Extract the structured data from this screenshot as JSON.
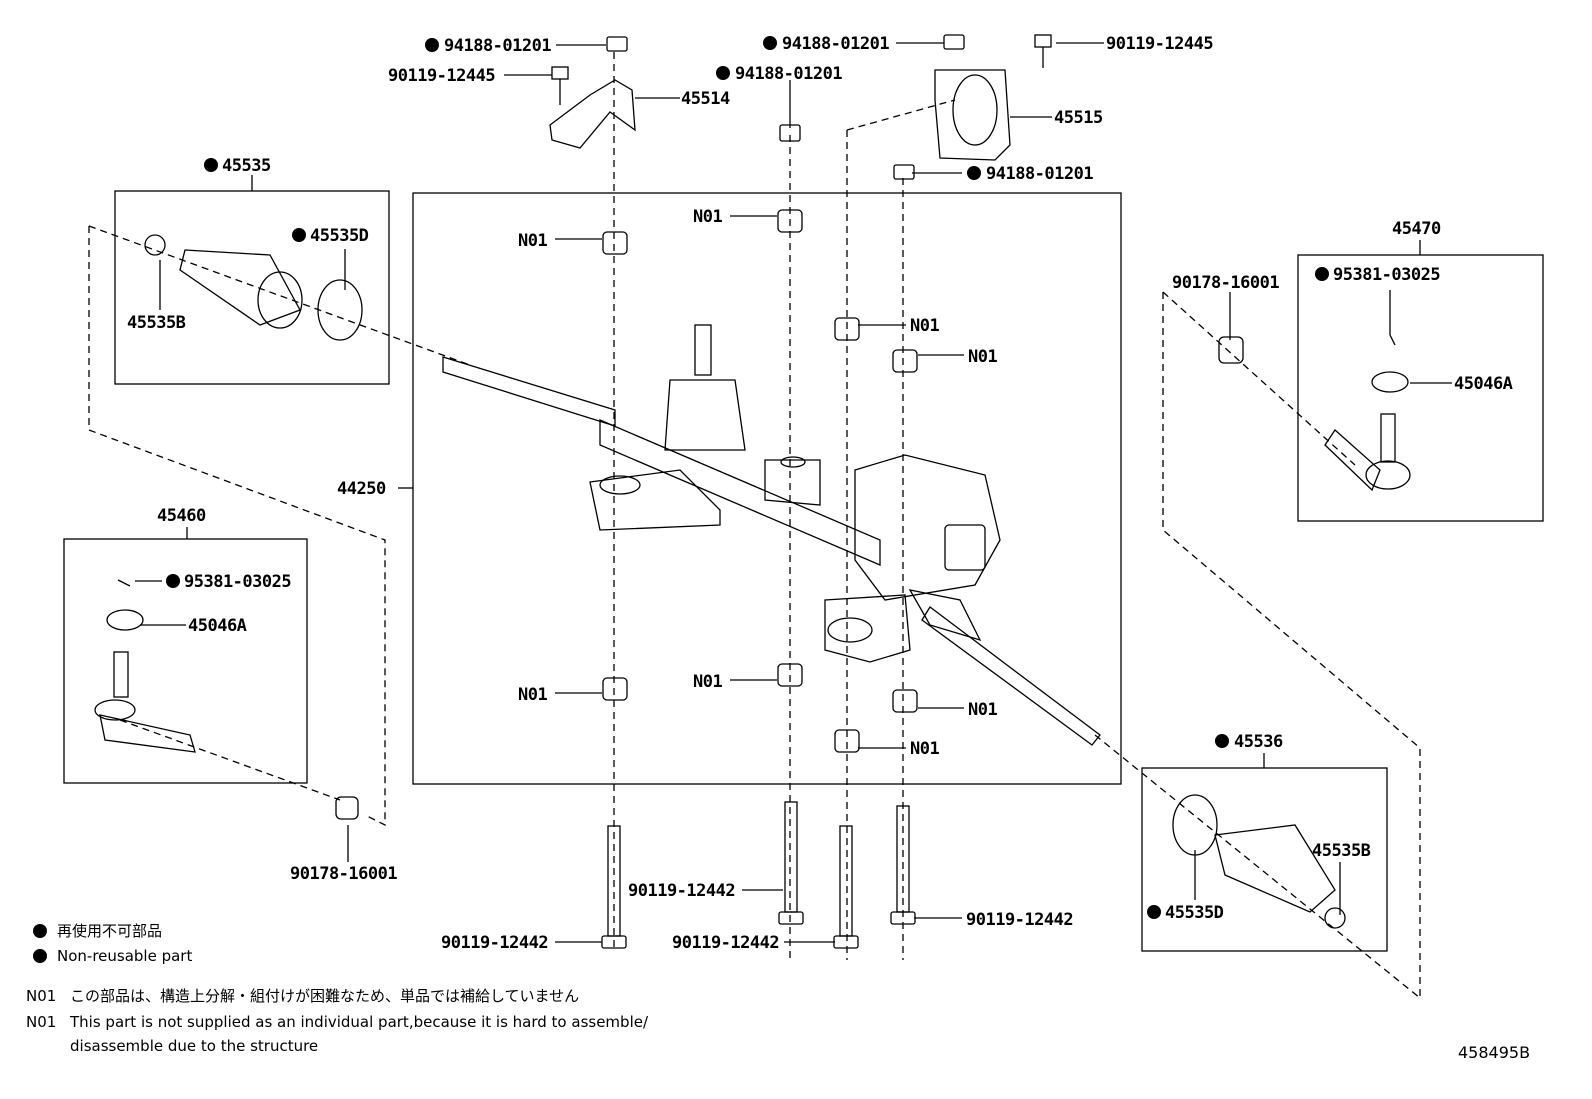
{
  "labels": {
    "p94188_a": "94188-01201",
    "p90119_a": "90119-12445",
    "p45514": "45514",
    "p94188_b": "94188-01201",
    "p94188_c": "94188-01201",
    "p90119_b": "90119-12445",
    "p45515": "45515",
    "p94188_d": "94188-01201",
    "p45535": "45535",
    "p45535D_top": "45535D",
    "p45535B_top": "45535B",
    "n01_1": "N01",
    "n01_2": "N01",
    "n01_3": "N01",
    "n01_4": "N01",
    "p44250": "44250",
    "n01_5": "N01",
    "n01_6": "N01",
    "n01_7": "N01",
    "n01_8": "N01",
    "p45470": "45470",
    "p90178_right": "90178-16001",
    "p95381_right": "95381-03025",
    "p45046A_right": "45046A",
    "p45460": "45460",
    "p95381_left": "95381-03025",
    "p45046A_left": "45046A",
    "p90178_left": "90178-16001",
    "p45536": "45536",
    "p45535B_bottom": "45535B",
    "p45535D_bottom": "45535D",
    "p90119_c": "90119-12442",
    "p90119_d": "90119-12442",
    "p90119_e": "90119-12442",
    "p90119_f": "90119-12442",
    "diagram_id": "458495B"
  },
  "legend": {
    "jp": "再使用不可部品",
    "en": "Non-reusable part"
  },
  "notes": {
    "code1": "N01",
    "jp": "この部品は、構造上分解・組付けが困難なため、単品では補給していません",
    "code2": "N01",
    "en_line1": "This part is not supplied as an individual part,because it is hard to assemble/",
    "en_line2": "disassemble due to the structure"
  }
}
